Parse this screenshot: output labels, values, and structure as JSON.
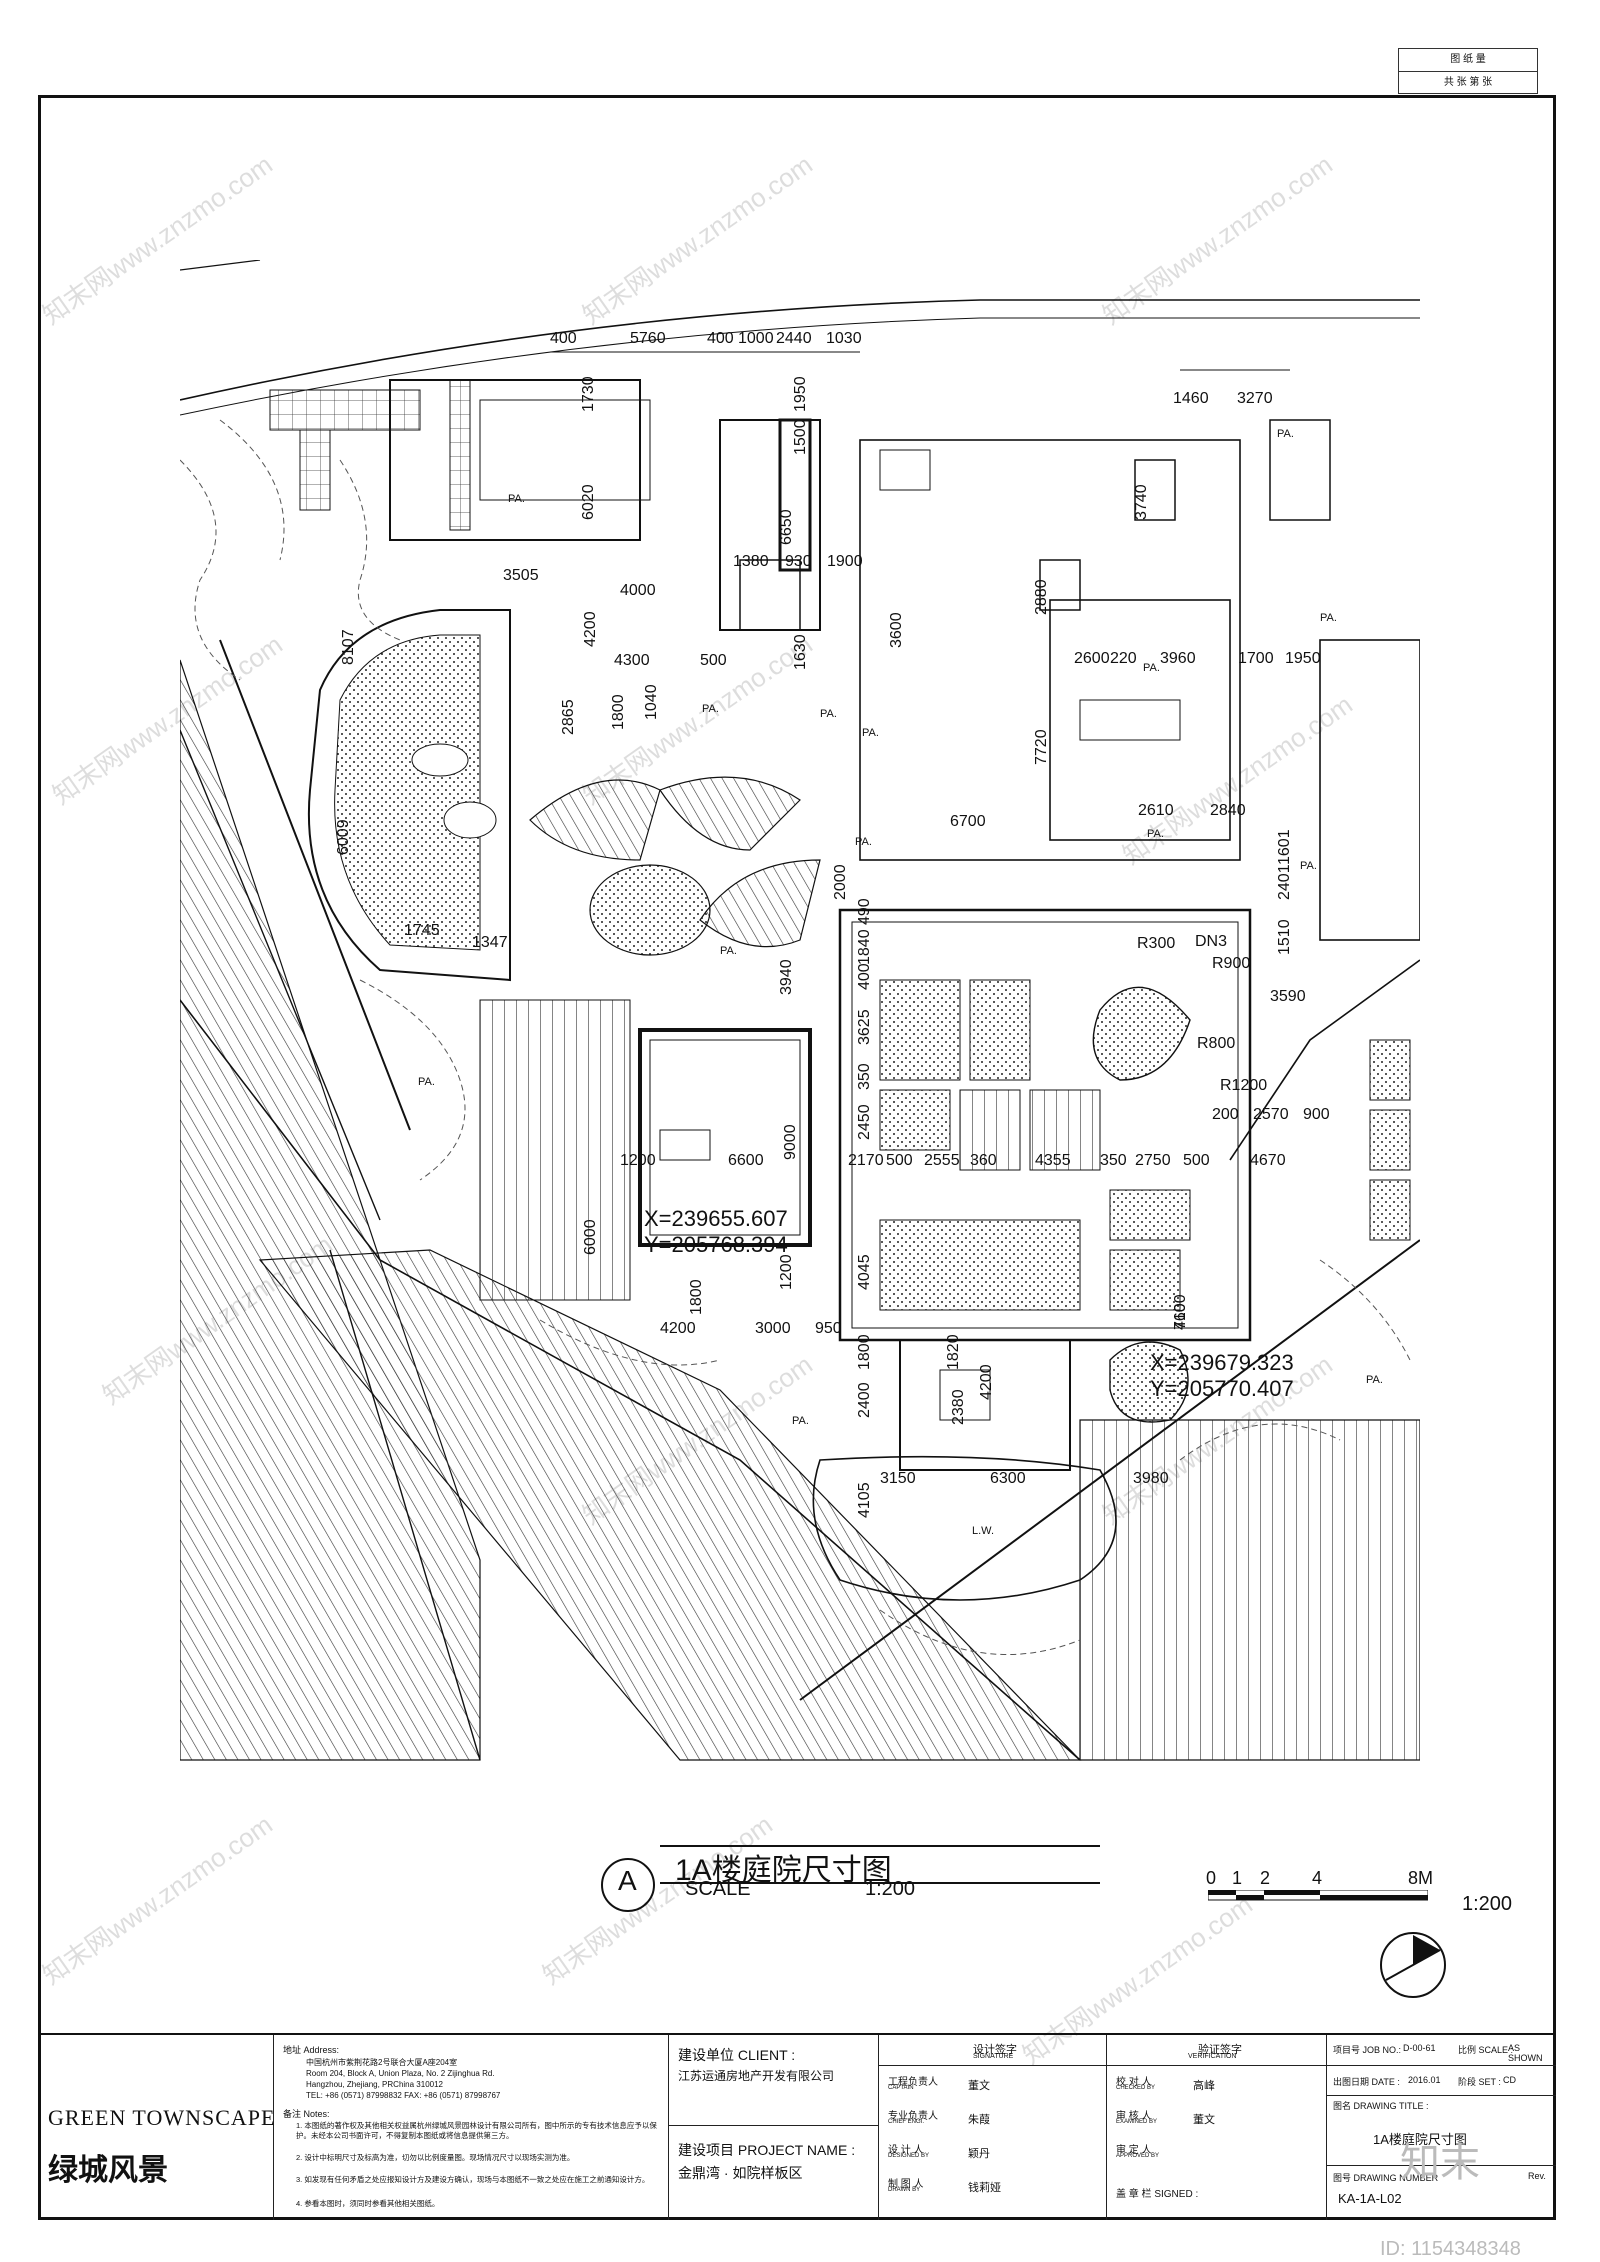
{
  "sheet_box": {
    "row1": "图 纸 量",
    "row2": "共     张  第     张"
  },
  "drawing": {
    "title_letter": "A",
    "title": "1A楼庭院尺寸图",
    "scale_label": "SCALE",
    "scale_value": "1:200",
    "scalebar_ticks": [
      "0",
      "1",
      "2",
      "4",
      "8M"
    ],
    "scalebar_ratio": "1:200"
  },
  "dims_top": [
    "400",
    "5760",
    "400",
    "1000",
    "2440",
    "1030"
  ],
  "dims_right_top": [
    "1460",
    "3270"
  ],
  "dims": {
    "d1730": "1730",
    "d6020": "6020",
    "d1950": "1950",
    "d1500": "1500",
    "d6650": "6650",
    "d1380": "1380",
    "d930": "930",
    "d1900": "1900",
    "d3505": "3505",
    "d4000": "4000",
    "d4200": "4200",
    "d4300": "4300",
    "d500": "500",
    "d1630": "1630",
    "d3600": "3600",
    "d2880": "2880",
    "d3740": "3740",
    "d2600": "2600",
    "d220": "220",
    "d3960": "3960",
    "d1700": "1700",
    "d1950b": "1950",
    "d7720": "7720",
    "d8107": "8107",
    "d2865": "2865",
    "d1800": "1800",
    "d1040": "1040",
    "d6700": "6700",
    "d2610": "2610",
    "d2840": "2840",
    "d6009": "6009",
    "d1745": "1745",
    "d1347": "1347",
    "d2000": "2000",
    "d490": "490",
    "d1840": "1840",
    "d3940": "3940",
    "d400": "400",
    "d3625": "3625",
    "dR300": "R300",
    "dDN3": "DN3",
    "dR900": "R900",
    "d1510": "1510",
    "d2401": "2401",
    "d1601": "1601",
    "d3590": "3590",
    "d350": "350",
    "d2450": "2450",
    "dR800": "R800",
    "dR1200": "R1200",
    "d200": "200",
    "d2570": "2570",
    "d900": "900",
    "d4670": "4670",
    "d1200": "1200",
    "d6600": "6600",
    "d9000": "9000",
    "d2170": "2170",
    "d500b": "500",
    "d2555": "2555",
    "d360": "360",
    "d4355": "4355",
    "d350b": "350",
    "d2750": "2750",
    "d500c": "500",
    "d6000": "6000",
    "d4045": "4045",
    "d1200b": "1200",
    "d1800b": "1800",
    "d4200b": "4200",
    "d3000": "3000",
    "d950": "950",
    "d1800c": "1800",
    "d1820": "1820",
    "d2380": "2380",
    "d4200c": "4200",
    "d2400": "2400",
    "d4100": "4100",
    "d760": "760",
    "d3150": "3150",
    "d6300": "6300",
    "d3980": "3980",
    "d4105": "4105"
  },
  "coords": {
    "c1x": "X=239655.607",
    "c1y": "Y=205768.394",
    "c2x": "X=239679.323",
    "c2y": "Y=205770.407"
  },
  "area_labels": [
    "PA.",
    "PA.",
    "PA.",
    "PA.",
    "PA.",
    "PA.",
    "PA.",
    "PA.",
    "PA.",
    "PA.",
    "PA.",
    "PA.",
    "PA.",
    "PA.",
    "L.W."
  ],
  "title_block": {
    "company_en": "GREEN TOWNSCAPE",
    "company_cn": "绿城风景",
    "address_label": "地址 Address:",
    "address_cn": "中国杭州市紫荆花路2号联合大厦A座204室",
    "address_en1": "Room 204, Block A, Union Plaza, No. 2 Zijinghua Rd.",
    "address_en2": "Hangzhou, Zhejiang, PRChina  310012",
    "tel": "TEL: +86 (0571) 87998832   FAX: +86 (0571) 87998767",
    "notes_label": "备注 Notes:",
    "notes": [
      "1. 本图纸的著作权及其他相关权益属杭州绿城风景园林设计有限公司所有，图中所示的专有技术信息应予以保护。未经本公司书面许可，不得复制本图纸或将信息提供第三方。",
      "2. 设计中标明尺寸及标高为准，切勿以比例度量图。现场情况尺寸以现场实测为准。",
      "3. 如发现有任何矛盾之处应报知设计方及建设方确认，现场与本图纸不一致之处应在施工之前通知设计方。",
      "4. 参看本图时，须同时参看其他相关图纸。"
    ],
    "client_label": "建设单位 CLIENT :",
    "client_value": "江苏运通房地产开发有限公司",
    "project_label": "建设项目 PROJECT NAME :",
    "project_value": "金鼎湾 · 如院样板区",
    "sig_head": "设计签字",
    "sig_head_en": "SIGNATURE",
    "ver_head": "验证签字",
    "ver_head_en": "VERIFICATION",
    "roles": [
      {
        "role": "工程负责人",
        "role_en": "CAPTAIN",
        "name": "董文"
      },
      {
        "role": "专业负责人",
        "role_en": "CHIEF ENGI.",
        "name": "朱葭"
      },
      {
        "role": "设 计 人",
        "role_en": "DESIGNED BY",
        "name": "颖丹"
      },
      {
        "role": "制 图 人",
        "role_en": "DRAWN BY",
        "name": "钱莉娅"
      }
    ],
    "verify": [
      {
        "role": "校 对 人",
        "role_en": "CHECKED BY",
        "name": "高峰"
      },
      {
        "role": "审 核 人",
        "role_en": "EXAMINED BY",
        "name": "董文"
      },
      {
        "role": "审 定 人",
        "role_en": "APPROVED BY",
        "name": ""
      }
    ],
    "stamp_label": "盖 章 栏  SIGNED :",
    "job_no_label": "项目号 JOB NO.:",
    "job_no": "D-00-61",
    "scale_label": "比例 SCALE :",
    "scale_value": "AS SHOWN",
    "date_label": "出图日期 DATE :",
    "date_value": "2016.01",
    "set_label": "阶段 SET :",
    "set_value": "CD",
    "drawing_title_label": "图名 DRAWING TITLE :",
    "drawing_title": "1A楼庭院尺寸图",
    "drawing_no_label": "图号 DRAWING NUMBER",
    "rev_label": "Rev.",
    "drawing_no": "KA-1A-L02"
  },
  "watermark_text": "知末网www.znzmo.com",
  "footer_id": "ID: 1154348348",
  "footer_logo": "知末"
}
